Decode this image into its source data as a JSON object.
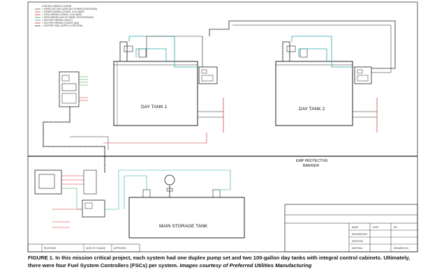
{
  "legend": {
    "title": "CONTROL WIRING LEGEND",
    "items": [
      {
        "label": "= FUSED NOT INCLUDED (BY OTHERS) (PROVIDED)",
        "color": "#555555"
      },
      {
        "label": "= POWER WIRING (120VAC, 3 #14 AWG)",
        "color": "#d42a2a"
      },
      {
        "label": "= FIELD WIRING (120VAC, 3 #14 AWG)",
        "color": "#d42a2a"
      },
      {
        "label": "= FIELD WIRING (24V DC PANEL OR INTERFACE)",
        "color": "#2a9a3a"
      },
      {
        "label": "= FACTORY WIRING (24VDC)",
        "color": "#2aa6a6"
      },
      {
        "label": "= FACTORY WIRING (120VAC) (N/A)",
        "color": "#d42a2a"
      },
      {
        "label": "= COPPER TUBE (SUPPLY & RETURN)",
        "color": "#333333"
      }
    ]
  },
  "tanks": {
    "day1": "DAY TANK 1",
    "day2": "DAY TANK 2",
    "main": "MAIN STORAGE TANK"
  },
  "barrier": {
    "line1": "EMP PROTECTIVE",
    "line2": "BARRIER"
  },
  "title_block": {
    "name_label": "NAME",
    "date_label": "DATE",
    "no_label": "NO.",
    "engineering_label": "ENGINEERING",
    "drafting_label": "DRAFTING",
    "material_label": "MATERIAL",
    "drawing_label": "DRAWING NO.",
    "revision_label": "REVISIONS",
    "date_change_label": "DATE OF CHANGE",
    "approved_label": "APPROVED"
  },
  "caption": {
    "text": "FIGURE 1. In this mission critical project, each system had one duplex pump set and two 100-gallon day tanks with integral control cabinets. Ultimately, there were four Fuel System Controllers (FSCs) per system.",
    "credit": "Images courtesy of Preferred Utilities Manufacturing"
  }
}
